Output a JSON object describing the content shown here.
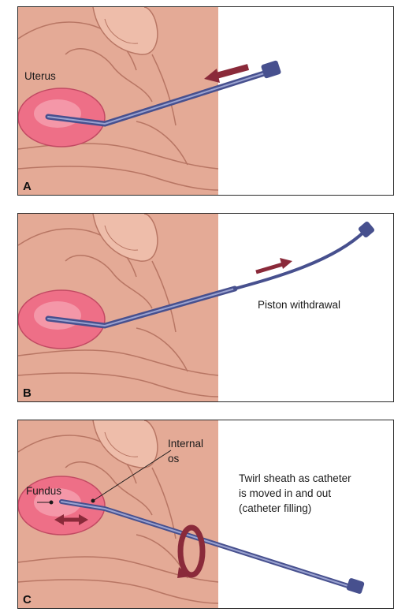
{
  "colors": {
    "body_bg": "#e4aa96",
    "body_dark": "#c98976",
    "uterus": "#ee6f87",
    "uterus_light": "#f7a8b6",
    "catheter": "#47508e",
    "catheter_light": "#9aa2d0",
    "arrow": "#8a2a3a"
  },
  "panels": [
    {
      "label": "A",
      "labels": {
        "uterus": "Uterus"
      }
    },
    {
      "label": "B",
      "labels": {
        "piston": "Piston withdrawal"
      }
    },
    {
      "label": "C",
      "labels": {
        "internal_os_line1": "Internal",
        "internal_os_line2": "os",
        "fundus": "Fundus",
        "twirl_line1": "Twirl sheath as catheter",
        "twirl_line2": "is moved in and out",
        "twirl_line3": "(catheter filling)"
      }
    }
  ]
}
